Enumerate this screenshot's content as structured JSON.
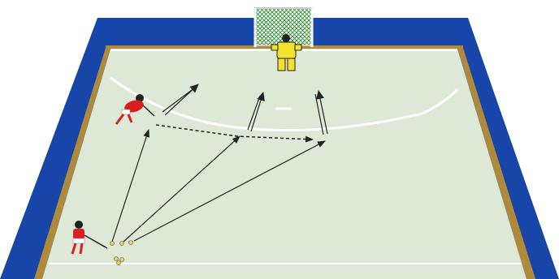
{
  "diagram": {
    "colors": {
      "background": "#ffffff",
      "surround": "#1846a8",
      "pitch": "#dde8d6",
      "boards": "#b08a3c",
      "lines": "#ffffff",
      "arrows": "#222222",
      "attacker_shirt": "#d92020",
      "attacker_shorts": "#ffffff",
      "goalkeeper_kit": "#f2e230",
      "balls": "#f0d060"
    },
    "elements": {
      "goal": "goal-net-icon",
      "goalkeeper": "goalkeeper-figure",
      "attacker_shooting": "hockey-player-red",
      "attacker_passing": "hockey-player-red",
      "balls": "ball-pile",
      "pass_lines": "solid-arrow",
      "dribble_path": "dashed-arrow",
      "shots": "double-arrow"
    },
    "labels": []
  }
}
